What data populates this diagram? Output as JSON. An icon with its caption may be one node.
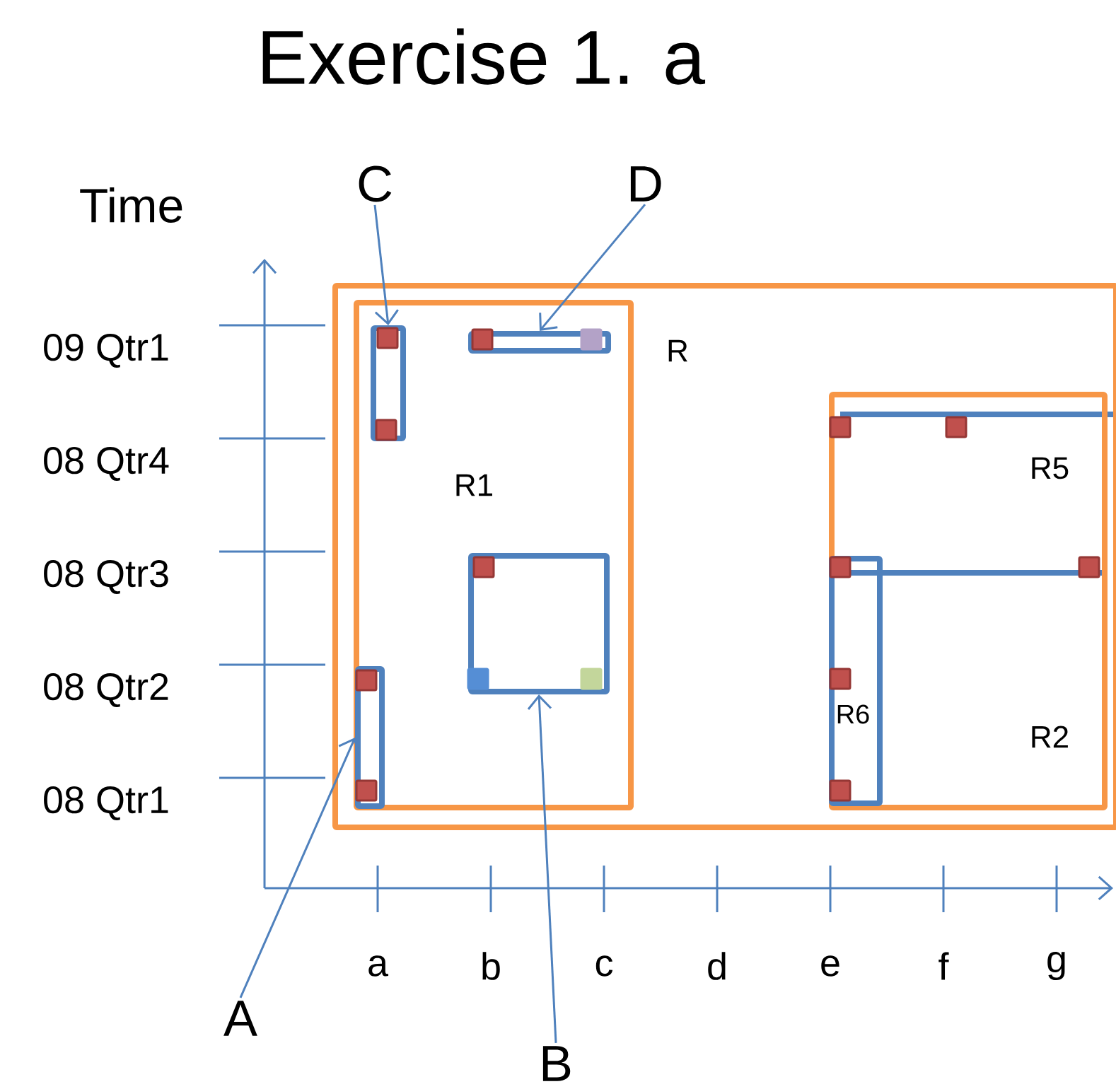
{
  "diagram": {
    "title": "Exercise 1. a",
    "nodes": [
      {
        "text": [
          "R"
        ]
      },
      {
        "text": [
          "R1"
        ],
        "in": 0
      },
      {
        "text": [],
        "shape": "box",
        "in": 1
      },
      {
        "text": [],
        "shape": "box",
        "in": 1
      },
      {
        "text": [],
        "shape": "box",
        "in": 1
      },
      {
        "text": [],
        "shape": "box",
        "in": 1
      },
      {
        "text": [
          "R5",
          "R2"
        ],
        "in": 0
      },
      {
        "text": [
          "R6"
        ],
        "in": 6
      },
      {
        "text": [
          "C"
        ]
      },
      {
        "text": [
          "D"
        ]
      },
      {
        "text": [
          "A"
        ]
      },
      {
        "text": [
          "B"
        ]
      }
    ],
    "edges": [
      {
        "from": 8,
        "to": 2,
        "arrow": "to"
      },
      {
        "from": 9,
        "to": 3,
        "arrow": "to"
      },
      {
        "from": 10,
        "to": 5,
        "arrow": "to"
      },
      {
        "from": 11,
        "to": 4,
        "arrow": "to"
      }
    ],
    "labels": [
      "Time",
      "09 Qtr1",
      "08 Qtr4",
      "08 Qtr3",
      "08 Qtr2",
      "08 Qtr1",
      "a",
      "b",
      "c",
      "d",
      "e",
      "f",
      "g"
    ]
  }
}
